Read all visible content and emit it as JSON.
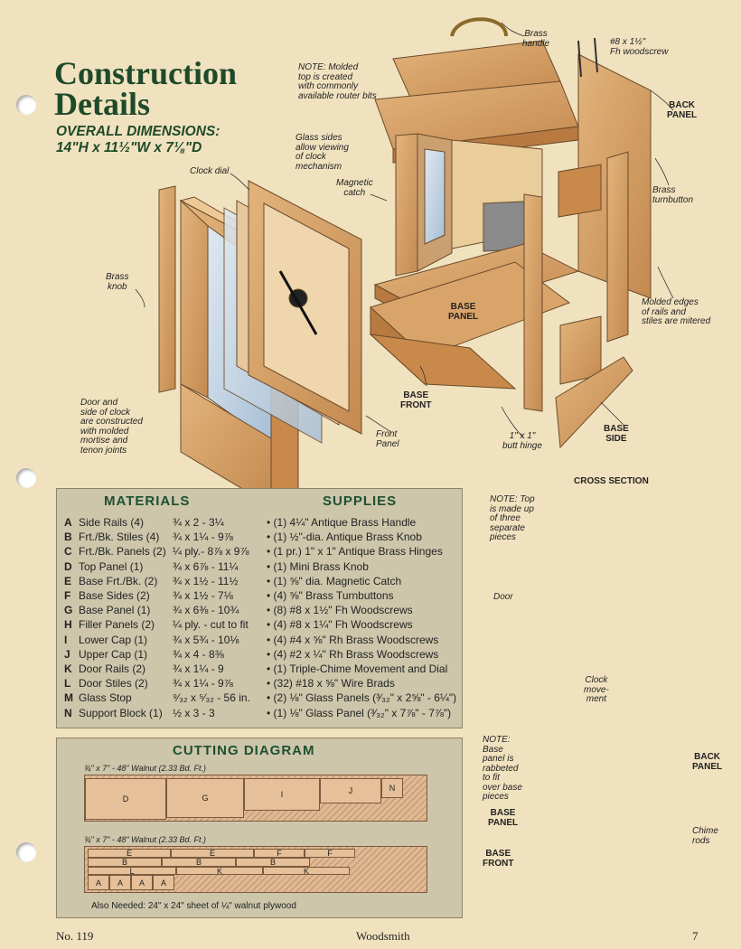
{
  "title": "Construction\nDetails",
  "overall_dimensions": "OVERALL DIMENSIONS:\n14\"H x 11½\"W x 7⅛\"D",
  "labels": {
    "note_top": "NOTE: Molded\ntop is created\nwith commonly\navailable router bits",
    "brass_handle": "Brass\nhandle",
    "woodscrew": "#8 x 1½\"\nFh woodscrew",
    "back_panel": "BACK\nPANEL",
    "glass_sides": "Glass sides\nallow viewing\nof clock\nmechanism",
    "clock_dial": "Clock dial",
    "magnetic_catch": "Magnetic\ncatch",
    "brass_turnbutton": "Brass\nturnbutton",
    "brass_knob": "Brass\nknob",
    "molded_edges": "Molded edges\nof rails and\nstiles are mitered",
    "base_panel": "BASE\nPANEL",
    "door_note": "Door and\nside of clock\nare constructed\nwith molded\nmortise and\ntenon joints",
    "base_front": "BASE\nFRONT",
    "front_panel": "Front\nPanel",
    "butt_hinge": "1\" x 1\"\nbutt hinge",
    "base_side": "BASE\nSIDE"
  },
  "cross_section": {
    "title": "CROSS SECTION",
    "note_top": "NOTE: Top\nis made up\nof three\nseparate\npieces",
    "door": "Door",
    "clock_movement": "Clock\nmove-\nment",
    "note_base": "NOTE:\nBase\npanel is\nrabbeted\nto fit\nover base\npieces",
    "back_panel": "BACK\nPANEL",
    "base_panel": "BASE\nPANEL",
    "chime_rods": "Chime\nrods",
    "base_front": "BASE\nFRONT"
  },
  "materials": {
    "heading": "MATERIALS",
    "items": [
      {
        "letter": "A",
        "name": "Side Rails (4)",
        "size": "¾ x 2 - 3¼"
      },
      {
        "letter": "B",
        "name": "Frt./Bk. Stiles (4)",
        "size": "¾ x 1¼ - 9⅞"
      },
      {
        "letter": "C",
        "name": "Frt./Bk. Panels (2)",
        "size": "¼ ply.- 8⅞ x 9⅞"
      },
      {
        "letter": "D",
        "name": "Top Panel (1)",
        "size": "¾ x 6⅞ - 11¼"
      },
      {
        "letter": "E",
        "name": "Base Frt./Bk. (2)",
        "size": "¾ x 1½ - 11½"
      },
      {
        "letter": "F",
        "name": "Base Sides (2)",
        "size": "¾ x 1½ - 7⅛"
      },
      {
        "letter": "G",
        "name": "Base Panel (1)",
        "size": "¾ x 6⅜ - 10¾"
      },
      {
        "letter": "H",
        "name": "Filler Panels (2)",
        "size": "¼ ply. - cut to fit"
      },
      {
        "letter": "I",
        "name": "Lower Cap (1)",
        "size": "¾ x 5¾ - 10⅛"
      },
      {
        "letter": "J",
        "name": "Upper Cap (1)",
        "size": "¾ x 4 - 8⅜"
      },
      {
        "letter": "K",
        "name": "Door Rails (2)",
        "size": "¾ x 1¼ - 9"
      },
      {
        "letter": "L",
        "name": "Door Stiles (2)",
        "size": "¾ x 1¼ - 9⅞"
      },
      {
        "letter": "M",
        "name": "Glass Stop",
        "size": "⁹⁄₃₂ x ⁵⁄₃₂ - 56 in."
      },
      {
        "letter": "N",
        "name": "Support Block (1)",
        "size": "½ x 3 - 3"
      }
    ]
  },
  "supplies": {
    "heading": "SUPPLIES",
    "items": [
      "• (1) 4¼\" Antique Brass Handle",
      "• (1) ½\"-dia. Antique Brass Knob",
      "• (1 pr.) 1\" x 1\" Antique Brass Hinges",
      "• (1) Mini Brass Knob",
      "• (1) ⅝\" dia. Magnetic Catch",
      "• (4) ⅝\" Brass Turnbuttons",
      "• (8) #8 x 1½\" Fh Woodscrews",
      "• (4) #8 x 1¼\" Fh Woodscrews",
      "• (4) #4 x ⅝\" Rh Brass Woodscrews",
      "• (4) #2 x ¼\" Rh Brass Woodscrews",
      "• (1) Triple-Chime Movement and Dial",
      "• (32) #18 x ⅝\" Wire Brads",
      "• (2) ⅛\" Glass Panels (³⁄₃₂\" x 2⅝\" - 6¼\")",
      "• (1) ⅛\" Glass Panel (³⁄₃₂\" x 7⅞\" - 7⅞\")"
    ]
  },
  "cutting_diagram": {
    "heading": "CUTTING DIAGRAM",
    "board1_label": "¾\" x 7\" - 48\" Walnut (2.33 Bd. Ft.)",
    "board2_label": "¾\" x 7\" - 48\" Walnut (2.33 Bd. Ft.)",
    "board1_pieces": [
      "D",
      "G",
      "I",
      "J",
      "N"
    ],
    "board2_pieces": [
      "E",
      "E",
      "F",
      "F",
      "B",
      "B",
      "B",
      "L",
      "K",
      "K",
      "A",
      "A",
      "A",
      "A"
    ],
    "also_needed": "Also Needed: 24\" x 24\" sheet of ¼\" walnut plywood"
  },
  "footer": {
    "issue": "No. 119",
    "magazine": "Woodsmith",
    "page": "7"
  },
  "colors": {
    "page": "#f1e2bf",
    "title_green": "#1e4a2a",
    "wood": "#d9a46a",
    "box": "#cdc6ab"
  }
}
